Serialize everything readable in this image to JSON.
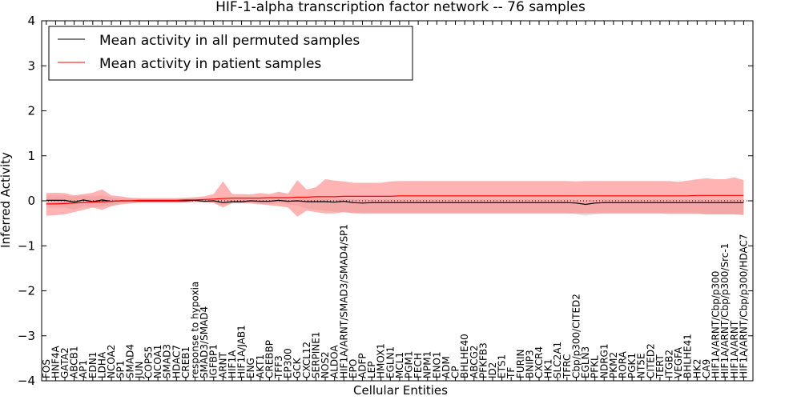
{
  "chart_data": {
    "type": "line",
    "title": "HIF-1-alpha transcription factor network -- 76 samples",
    "xlabel": "Cellular Entities",
    "ylabel": "Inferred Activity",
    "ylim": [
      -4,
      4
    ],
    "yticks": [
      -4,
      -3,
      -2,
      -1,
      0,
      1,
      2,
      3,
      4
    ],
    "ytick_labels": [
      "−4",
      "−3",
      "−2",
      "−1",
      "0",
      "1",
      "2",
      "3",
      "4"
    ],
    "grid": false,
    "legend_position": "top-left",
    "colors": {
      "permuted_line": "#000000",
      "patient_line": "#ff0000",
      "permuted_band": "#c8c8c8",
      "patient_band": "#ff8080",
      "zero_line": "#000000"
    },
    "categories": [
      "FOS",
      "HNF4A",
      "GATA2",
      "ABCB1",
      "AP1",
      "EDN1",
      "LDHA",
      "NCOA2",
      "SP1",
      "SMAD4",
      "JUN",
      "COPS5",
      "NCOA1",
      "SMAD3",
      "HDAC7",
      "CREB1",
      "response to hypoxia",
      "SMAD3/SMAD4",
      "IGFBP1",
      "ARNT",
      "HIF1A",
      "HIF1A/JAB1",
      "ENG",
      "AKT1",
      "CREBBP",
      "TFF3",
      "EP300",
      "GCK",
      "CXCL12",
      "SERPINE1",
      "NOS2",
      "ALDOA",
      "HIF1A/ARNT/SMAD3/SMAD4/SP1",
      "EPO",
      "ADFP",
      "LEP",
      "HMOX1",
      "EGLN1",
      "MCL1",
      "PGM1",
      "FECH",
      "NPM1",
      "ENO1",
      "ADM",
      "CP",
      "BHLHE40",
      "ABCG2",
      "PFKFB3",
      "ID2",
      "ETS1",
      "TF",
      "FURIN",
      "BNIP3",
      "CXCR4",
      "HK1",
      "SLC2A1",
      "TFRC",
      "Cbp/p300/CITED2",
      "EGLN3",
      "PFKL",
      "NDRG1",
      "PKM2",
      "RORA",
      "PGK1",
      "NT5E",
      "CITED2",
      "TERT",
      "ITGB2",
      "VEGFA",
      "BHLHE41",
      "HK2",
      "CA9",
      "HIF1A/ARNT/Cbp/p300",
      "HIF1A/ARNT/Cbp/p300/Src-1",
      "HIF1A/ARNT",
      "HIF1A/ARNT/Cbp/p300/HDAC7"
    ],
    "series": [
      {
        "name": "Mean activity in all permuted samples",
        "values": [
          0.01,
          0.01,
          0.01,
          -0.03,
          0.02,
          -0.02,
          0.02,
          -0.01,
          0.0,
          0.0,
          0.0,
          0.0,
          0.0,
          0.0,
          0.0,
          0.0,
          0.01,
          -0.01,
          0.0,
          -0.04,
          -0.02,
          -0.02,
          0.0,
          -0.01,
          -0.01,
          0.01,
          -0.01,
          0.0,
          -0.02,
          -0.02,
          -0.02,
          -0.03,
          -0.01,
          -0.04,
          -0.05,
          -0.04,
          -0.04,
          -0.04,
          -0.04,
          -0.04,
          -0.04,
          -0.04,
          -0.04,
          -0.04,
          -0.04,
          -0.04,
          -0.04,
          -0.04,
          -0.04,
          -0.04,
          -0.04,
          -0.04,
          -0.04,
          -0.04,
          -0.04,
          -0.04,
          -0.04,
          -0.05,
          -0.08,
          -0.05,
          -0.04,
          -0.04,
          -0.04,
          -0.04,
          -0.04,
          -0.04,
          -0.04,
          -0.04,
          -0.04,
          -0.04,
          -0.04,
          -0.04,
          -0.04,
          -0.04,
          -0.04,
          -0.04
        ],
        "lower": [
          -0.15,
          -0.15,
          -0.15,
          -0.2,
          -0.12,
          -0.15,
          -0.12,
          -0.1,
          -0.05,
          -0.05,
          -0.05,
          -0.05,
          -0.05,
          -0.05,
          -0.05,
          -0.05,
          -0.04,
          -0.05,
          -0.05,
          -0.1,
          -0.06,
          -0.06,
          -0.05,
          -0.06,
          -0.08,
          -0.05,
          -0.08,
          -0.1,
          -0.18,
          -0.2,
          -0.22,
          -0.24,
          -0.25,
          -0.26,
          -0.28,
          -0.28,
          -0.28,
          -0.28,
          -0.28,
          -0.28,
          -0.28,
          -0.28,
          -0.28,
          -0.28,
          -0.28,
          -0.28,
          -0.28,
          -0.28,
          -0.28,
          -0.28,
          -0.28,
          -0.28,
          -0.28,
          -0.28,
          -0.28,
          -0.28,
          -0.28,
          -0.3,
          -0.33,
          -0.3,
          -0.28,
          -0.28,
          -0.28,
          -0.28,
          -0.28,
          -0.28,
          -0.28,
          -0.3,
          -0.3,
          -0.3,
          -0.3,
          -0.3,
          -0.3,
          -0.3,
          -0.3,
          -0.3
        ],
        "upper": [
          0.12,
          0.12,
          0.12,
          0.1,
          0.12,
          0.1,
          0.12,
          0.08,
          0.05,
          0.05,
          0.05,
          0.04,
          0.04,
          0.04,
          0.04,
          0.04,
          0.05,
          0.03,
          0.04,
          0.03,
          0.03,
          0.03,
          0.04,
          0.04,
          0.05,
          0.06,
          0.05,
          0.05,
          0.05,
          0.05,
          0.05,
          0.04,
          0.05,
          0.03,
          0.03,
          0.03,
          0.03,
          0.03,
          0.03,
          0.03,
          0.03,
          0.03,
          0.03,
          0.03,
          0.03,
          0.03,
          0.03,
          0.03,
          0.03,
          0.03,
          0.03,
          0.03,
          0.03,
          0.03,
          0.03,
          0.03,
          0.03,
          0.02,
          0.0,
          0.02,
          0.03,
          0.03,
          0.03,
          0.03,
          0.03,
          0.03,
          0.03,
          0.03,
          0.03,
          0.03,
          0.03,
          0.03,
          0.03,
          0.03,
          0.03,
          0.03
        ]
      },
      {
        "name": "Mean activity in patient samples",
        "values": [
          -0.07,
          -0.07,
          -0.06,
          -0.05,
          -0.04,
          -0.03,
          -0.02,
          -0.01,
          0.0,
          0.0,
          0.01,
          0.01,
          0.01,
          0.01,
          0.01,
          0.02,
          0.02,
          0.03,
          0.04,
          0.05,
          0.06,
          0.06,
          0.06,
          0.06,
          0.07,
          0.07,
          0.07,
          0.08,
          0.08,
          0.09,
          0.09,
          0.09,
          0.1,
          0.1,
          0.1,
          0.1,
          0.1,
          0.1,
          0.11,
          0.11,
          0.11,
          0.11,
          0.11,
          0.11,
          0.11,
          0.11,
          0.11,
          0.11,
          0.11,
          0.11,
          0.11,
          0.11,
          0.11,
          0.11,
          0.11,
          0.11,
          0.11,
          0.11,
          0.11,
          0.11,
          0.11,
          0.11,
          0.11,
          0.11,
          0.11,
          0.11,
          0.11,
          0.11,
          0.11,
          0.11,
          0.12,
          0.12,
          0.12,
          0.12,
          0.12,
          0.12
        ],
        "lower": [
          -0.33,
          -0.32,
          -0.3,
          -0.25,
          -0.2,
          -0.15,
          -0.2,
          -0.12,
          -0.08,
          -0.06,
          -0.04,
          -0.04,
          -0.04,
          -0.04,
          -0.04,
          -0.03,
          -0.02,
          -0.02,
          -0.05,
          -0.15,
          -0.05,
          -0.05,
          -0.06,
          -0.08,
          -0.1,
          -0.12,
          -0.15,
          -0.35,
          -0.22,
          -0.25,
          -0.28,
          -0.28,
          -0.25,
          -0.28,
          -0.28,
          -0.28,
          -0.28,
          -0.28,
          -0.28,
          -0.28,
          -0.28,
          -0.28,
          -0.28,
          -0.28,
          -0.28,
          -0.28,
          -0.28,
          -0.28,
          -0.28,
          -0.28,
          -0.28,
          -0.28,
          -0.28,
          -0.28,
          -0.28,
          -0.28,
          -0.28,
          -0.28,
          -0.28,
          -0.28,
          -0.28,
          -0.28,
          -0.28,
          -0.28,
          -0.28,
          -0.28,
          -0.28,
          -0.28,
          -0.28,
          -0.28,
          -0.28,
          -0.3,
          -0.3,
          -0.3,
          -0.3,
          -0.32
        ],
        "upper": [
          0.17,
          0.18,
          0.17,
          0.12,
          0.15,
          0.18,
          0.25,
          0.12,
          0.1,
          0.07,
          0.06,
          0.06,
          0.06,
          0.06,
          0.06,
          0.07,
          0.08,
          0.1,
          0.15,
          0.43,
          0.15,
          0.15,
          0.14,
          0.17,
          0.15,
          0.2,
          0.16,
          0.46,
          0.25,
          0.3,
          0.48,
          0.45,
          0.43,
          0.4,
          0.4,
          0.4,
          0.4,
          0.43,
          0.44,
          0.44,
          0.44,
          0.44,
          0.44,
          0.44,
          0.44,
          0.44,
          0.44,
          0.44,
          0.44,
          0.44,
          0.44,
          0.44,
          0.44,
          0.44,
          0.44,
          0.44,
          0.44,
          0.43,
          0.44,
          0.44,
          0.44,
          0.44,
          0.44,
          0.44,
          0.44,
          0.44,
          0.44,
          0.44,
          0.42,
          0.45,
          0.48,
          0.5,
          0.48,
          0.48,
          0.52,
          0.46
        ]
      }
    ]
  }
}
